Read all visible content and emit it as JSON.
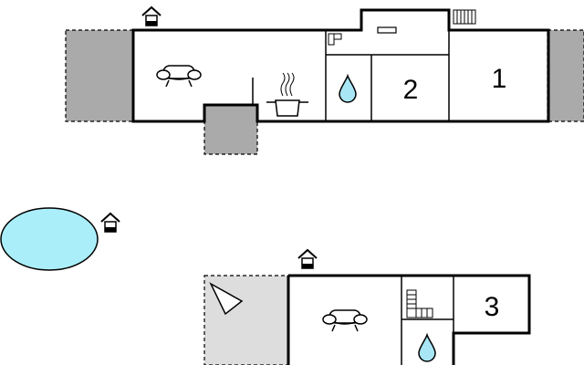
{
  "floorplan": {
    "rooms": [
      {
        "id": "room-1",
        "number": "1"
      },
      {
        "id": "room-2",
        "number": "2"
      },
      {
        "id": "room-3",
        "number": "3"
      }
    ],
    "icons": {
      "sofa": "sofa-icon",
      "kitchen": "cooking-pot-icon",
      "bathroom": "water-drop-icon",
      "entrance": "entrance-house-icon",
      "stairs": "stairs-icon",
      "pool": "pool",
      "garden": "sunshade-icon"
    },
    "colors": {
      "wall": "#000000",
      "terrace": "#aaaaaa",
      "terrace_light": "#dddddd",
      "water": "#a8e6f5",
      "pool": "#aaeefa"
    }
  }
}
